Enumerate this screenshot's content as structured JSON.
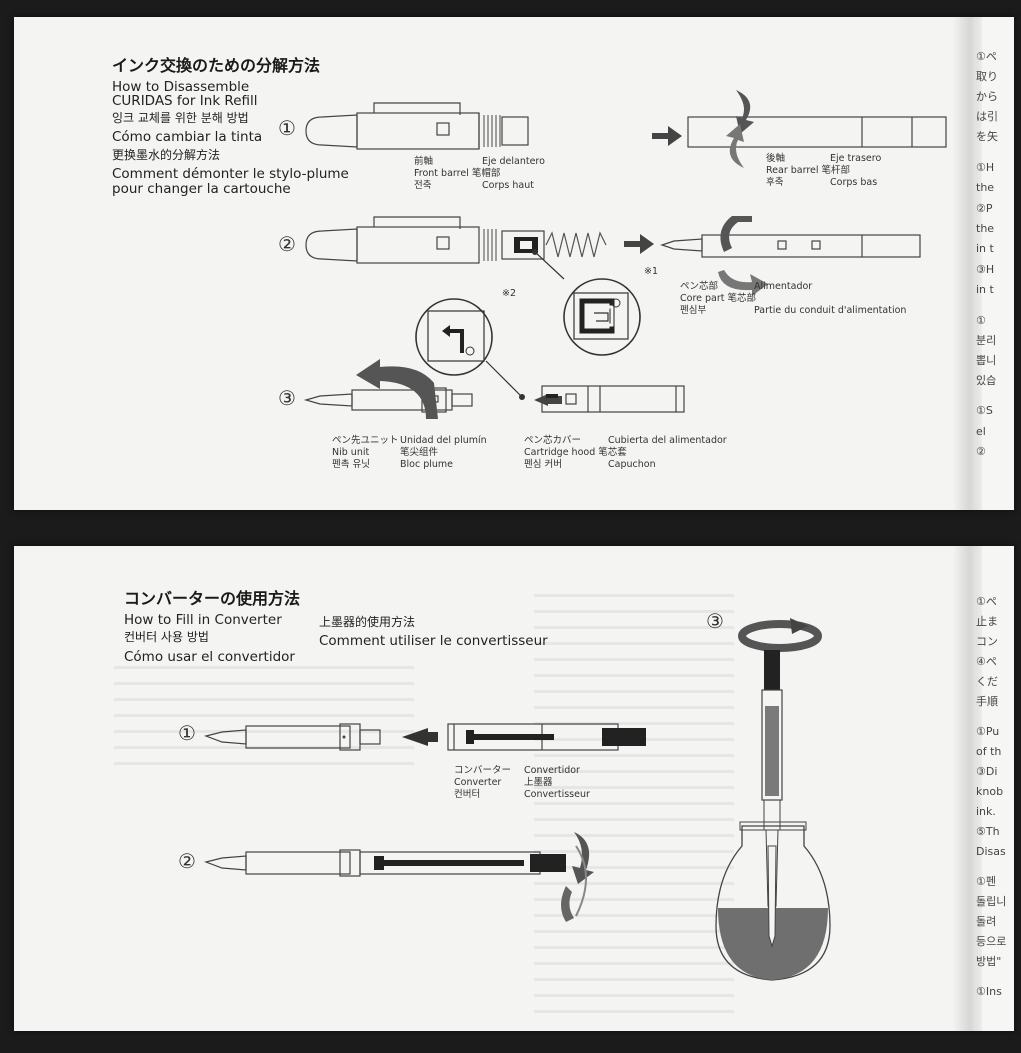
{
  "top_page": {
    "title_ja": "インク交換のための分解方法",
    "title_en_1": "How to Disassemble",
    "title_en_2": "CURIDAS for Ink Refill",
    "title_ko": "잉크 교체를 위한 분해 방법",
    "title_es": "Cómo cambiar la tinta",
    "title_zh": "更换墨水的分解方法",
    "title_fr_1": "Comment démonter le stylo-plume",
    "title_fr_2": "pour changer la cartouche",
    "step1": "①",
    "step2": "②",
    "step3": "③",
    "front_barrel": [
      "前軸",
      "Front barrel 笔帽部",
      "전축"
    ],
    "front_barrel_2": [
      "Eje delantero",
      "",
      "Corps haut"
    ],
    "rear_barrel": [
      "後軸",
      "Rear barrel 笔杆部",
      "후축"
    ],
    "rear_barrel_2": [
      "Eje trasero",
      "",
      "Corps bas"
    ],
    "core_part": [
      "ペン芯部",
      "Core part 笔芯部",
      "펜심부"
    ],
    "core_part_2": [
      "Alimentador",
      "",
      "Partie du conduit d'alimentation"
    ],
    "nib_unit": [
      "ペン先ユニット",
      "Nib unit",
      "펜촉 유닛"
    ],
    "nib_unit_2": [
      "Unidad del plumín",
      "笔尖组件",
      "Bloc plume"
    ],
    "cartridge_hood": [
      "ペン芯カバー",
      "Cartridge hood 笔芯套",
      "펜심 커버"
    ],
    "cartridge_hood_2": [
      "Cubierta del alimentador",
      "",
      "Capuchon"
    ],
    "note1": "※1",
    "note2": "※2",
    "right_text": [
      "①ペ",
      "取り",
      "から",
      "は引",
      "を矢",
      "①H",
      "the",
      "②P",
      "the",
      "in t",
      "③H",
      "in t",
      "①",
      "분리",
      "뽑니",
      "있습",
      "①S",
      "el",
      "②"
    ]
  },
  "bottom_page": {
    "title_ja": "コンバーターの使用方法",
    "title_en": "How to Fill in Converter",
    "title_zh": "上墨器的使用方法",
    "title_ko": "컨버터 사용 방법",
    "title_fr": "Comment utiliser le convertisseur",
    "title_es": "Cómo usar el convertidor",
    "step1": "①",
    "step2": "②",
    "step3": "③",
    "converter": [
      "コンバーター",
      "Converter",
      "컨버터"
    ],
    "converter_2": [
      "Convertidor",
      "上墨器",
      "Convertisseur"
    ],
    "right_text": [
      "①ペ",
      "止ま",
      "コン",
      "④ペ",
      "くだ",
      "手順",
      "①Pu",
      "of th",
      "③Di",
      "knob",
      "ink.",
      "⑤Th",
      "Disas",
      "①펜",
      "돌립니",
      "돌려",
      "등으로",
      "방법\"",
      "①Ins"
    ]
  }
}
